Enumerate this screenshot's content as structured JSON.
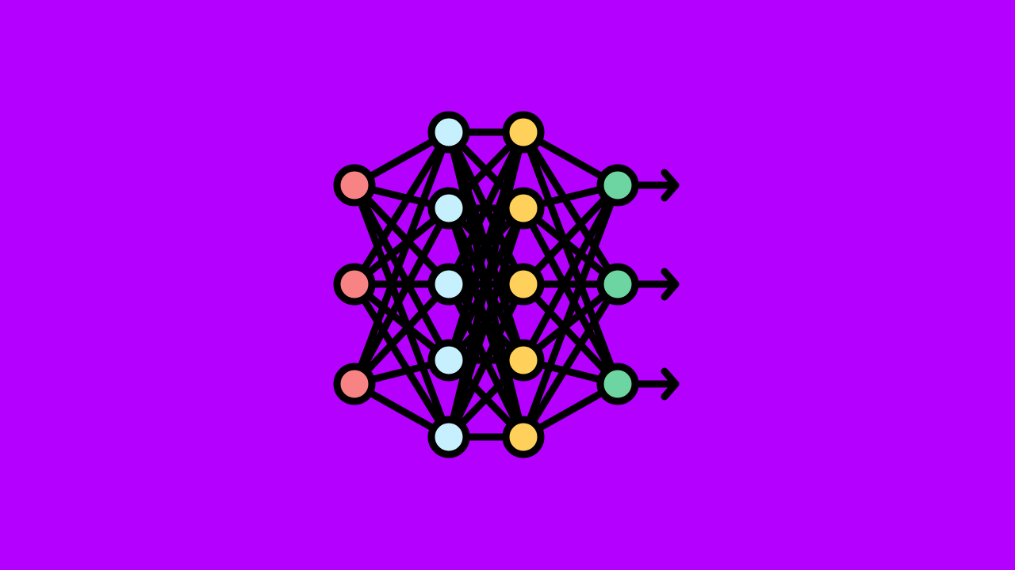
{
  "colors": {
    "background": "#b300ff",
    "stroke": "#000000",
    "input_node": "#f88385",
    "hidden1_node": "#c7f0ff",
    "hidden2_node": "#ffd05a",
    "output_node": "#6dd5a1"
  },
  "network": {
    "icon": "neural-network-icon",
    "layers": [
      {
        "name": "input",
        "nodes": 3,
        "color_key": "input_node"
      },
      {
        "name": "hidden-1",
        "nodes": 5,
        "color_key": "hidden1_node"
      },
      {
        "name": "hidden-2",
        "nodes": 5,
        "color_key": "hidden2_node"
      },
      {
        "name": "output",
        "nodes": 3,
        "color_key": "output_node"
      }
    ],
    "connectivity": "fully-connected",
    "output_arrows": 3
  }
}
